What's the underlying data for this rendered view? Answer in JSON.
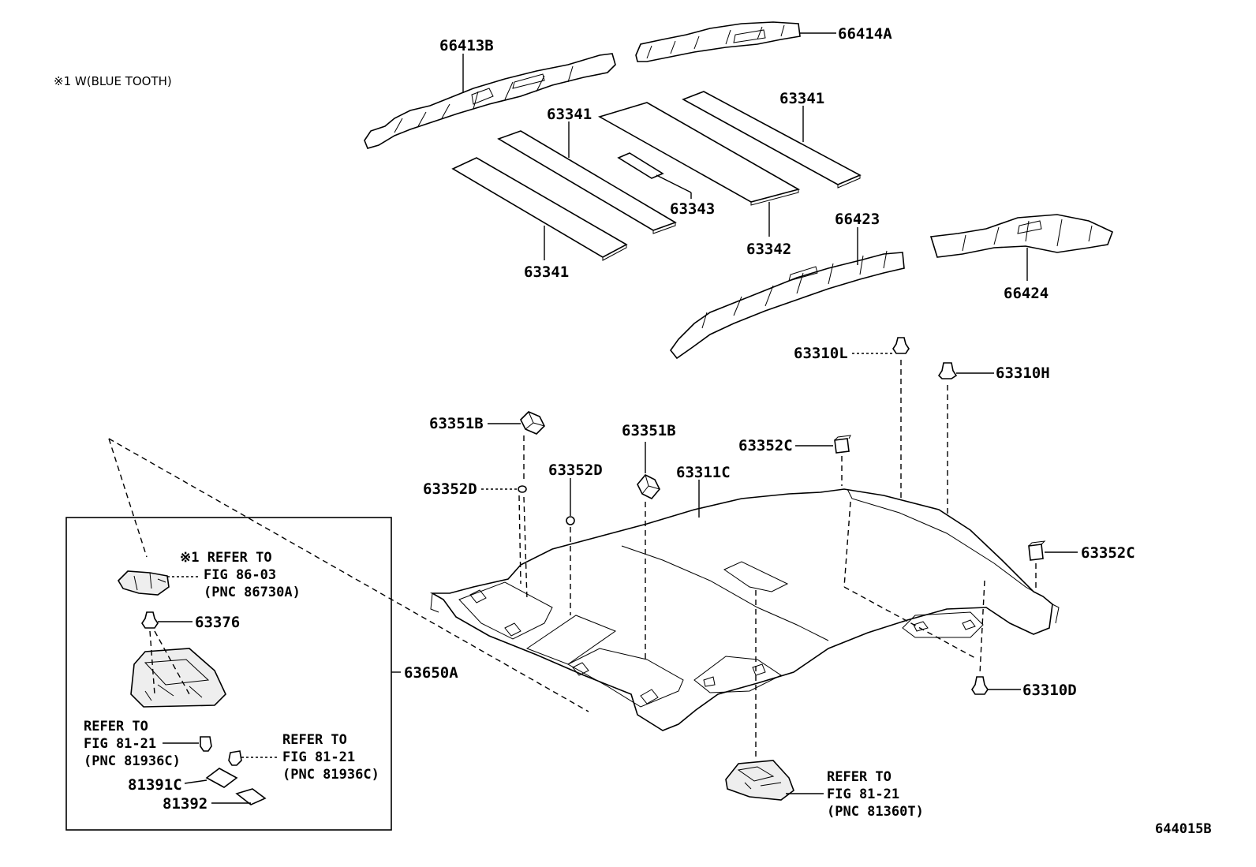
{
  "note": "※1 W(BLUE TOOTH)",
  "figure_id": "644015B",
  "labels": {
    "p66413B": "66413B",
    "p66414A": "66414A",
    "p63341_a": "63341",
    "p63341_b": "63341",
    "p63341_c": "63341",
    "p63343": "63343",
    "p63342": "63342",
    "p66423": "66423",
    "p66424": "66424",
    "p63310L": "63310L",
    "p63310H": "63310H",
    "p63351B_a": "63351B",
    "p63351B_b": "63351B",
    "p63352C_a": "63352C",
    "p63352C_b": "63352C",
    "p63352D_a": "63352D",
    "p63352D_b": "63352D",
    "p63311C": "63311C",
    "p63310D": "63310D",
    "p63376": "63376",
    "p63650A": "63650A",
    "p81391C": "81391C",
    "p81392": "81392"
  },
  "refs": {
    "bt": [
      "※1 REFER TO",
      "FIG 86-03",
      "(PNC 86730A)"
    ],
    "left": [
      "REFER TO",
      "FIG 81-21",
      "(PNC 81936C)"
    ],
    "right": [
      "REFER TO",
      "FIG 81-21",
      "(PNC 81936C)"
    ],
    "lamp": [
      "REFER TO",
      "FIG 81-21",
      "(PNC 81360T)"
    ]
  }
}
